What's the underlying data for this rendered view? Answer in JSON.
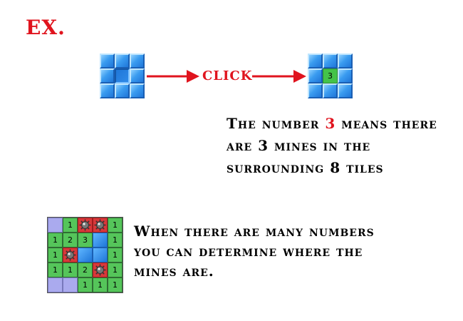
{
  "title": "EX.",
  "click_label": "CLICK",
  "example": {
    "before_grid": [
      [
        "tile",
        "tile",
        "tile"
      ],
      [
        "tile",
        "pressed",
        "tile"
      ],
      [
        "tile",
        "tile",
        "tile"
      ]
    ],
    "after_grid": [
      [
        "tile",
        "tile",
        "tile"
      ],
      [
        "tile",
        "open",
        "tile"
      ],
      [
        "tile",
        "tile",
        "tile"
      ]
    ],
    "revealed_number": "3"
  },
  "explanation": {
    "line1_prefix": "The number ",
    "number": "3",
    "line1_suffix": " means there",
    "line2": "are 3 mines in the",
    "line3": "surrounding 8 tiles"
  },
  "explanation2": {
    "line1": "When there are many numbers",
    "line2": "you can determine where the",
    "line3": "mines are."
  },
  "colors": {
    "accent_red": "#e0141e",
    "tile_blue": "#3a9cf0",
    "open_green": "#44c34a",
    "unknown_purple": "#aaaaee"
  },
  "board": {
    "rows": [
      [
        {
          "t": "p",
          "v": ""
        },
        {
          "t": "g",
          "v": "1"
        },
        {
          "t": "m",
          "v": ""
        },
        {
          "t": "m",
          "v": ""
        },
        {
          "t": "g",
          "v": "1"
        }
      ],
      [
        {
          "t": "g",
          "v": "1"
        },
        {
          "t": "g",
          "v": "2"
        },
        {
          "t": "g",
          "v": "3"
        },
        {
          "t": "b",
          "v": ""
        },
        {
          "t": "g",
          "v": "1"
        }
      ],
      [
        {
          "t": "g",
          "v": "1"
        },
        {
          "t": "m",
          "v": ""
        },
        {
          "t": "b",
          "v": ""
        },
        {
          "t": "b",
          "v": ""
        },
        {
          "t": "g",
          "v": "1"
        }
      ],
      [
        {
          "t": "g",
          "v": "1"
        },
        {
          "t": "g",
          "v": "1"
        },
        {
          "t": "g",
          "v": "2"
        },
        {
          "t": "m",
          "v": ""
        },
        {
          "t": "g",
          "v": "1"
        }
      ],
      [
        {
          "t": "p",
          "v": ""
        },
        {
          "t": "p",
          "v": ""
        },
        {
          "t": "g",
          "v": "1"
        },
        {
          "t": "g",
          "v": "1"
        },
        {
          "t": "g",
          "v": "1"
        }
      ]
    ]
  }
}
